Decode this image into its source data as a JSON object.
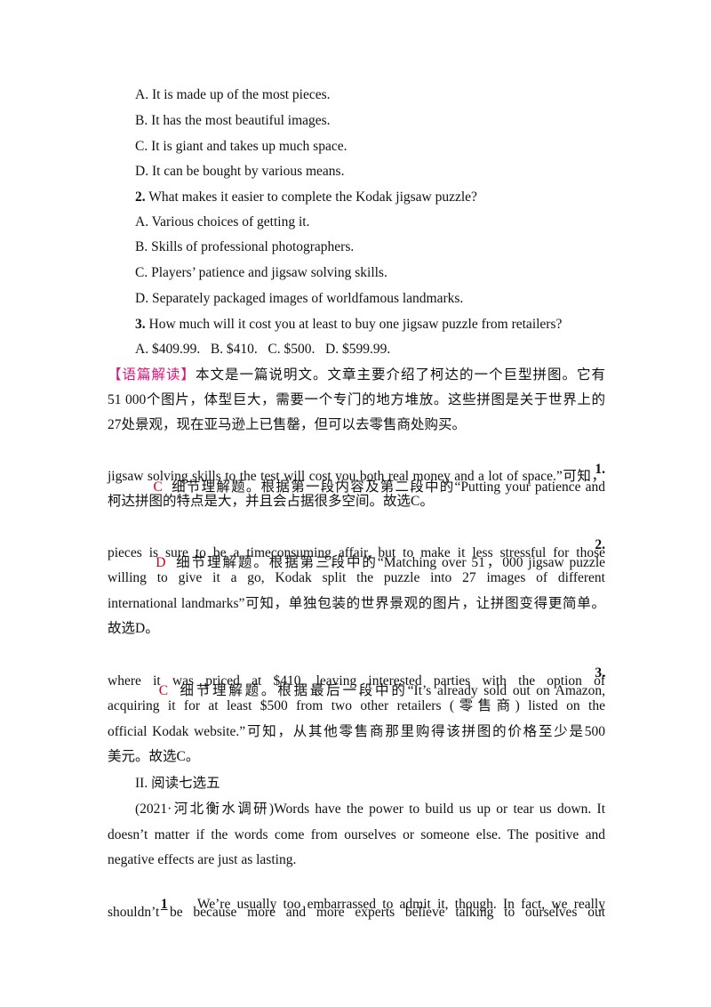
{
  "q1_options": [
    "A. It is made up of the most pieces.",
    "B. It has the most beautiful images.",
    "C. It is giant and takes up much space.",
    "D. It can be bought by various means."
  ],
  "q2": {
    "num": "2.",
    "stem": "What makes it easier to complete the Kodak jigsaw puzzle?",
    "options": [
      "A. Various choices of getting it.",
      "B. Skills of professional photographers.",
      "C. Players’ patience and jigsaw solving skills.",
      "D. Separately packaged images of worldfamous landmarks."
    ]
  },
  "q3": {
    "num": "3.",
    "stem": "How much will it cost you at least to buy one jigsaw puzzle from retailers?",
    "options_line": "A. $409.99.   B. $410.   C. $500.   D. $599.99."
  },
  "analysis": {
    "tag": "【语篇解读】",
    "lines": [
      "本文是一篇说明文。文章主要介绍了柯达的一个巨型拼图。它有",
      "51 000个图片，体型巨大，需要一个专门的地方堆放。这些拼图是关于世界上的",
      "27处景观，现在亚马逊上已售罄，但可以去零售商处购买。"
    ]
  },
  "answers": [
    {
      "num": "1.",
      "key": "C",
      "lines": [
        "  细节理解题。根据第一段内容及第二段中的“Putting your patience and",
        "jigsaw solving skills to the test will cost you both real money and a lot of space.”可知，",
        "柯达拼图的特点是大，并且会占据很多空间。故选C。"
      ]
    },
    {
      "num": "2.",
      "key": "D",
      "lines": [
        "  细节理解题。根据第三段中的“Matching over 51，000 jigsaw puzzle",
        "pieces is sure to be a timeconsuming affair, but to make it less stressful for those",
        "willing to give it a go, Kodak split the puzzle into 27 images of different",
        "international landmarks”可知，单独包装的世界景观的图片，让拼图变得更简单。",
        "故选D。"
      ]
    },
    {
      "num": "3.",
      "key": "C",
      "lines": [
        "  细节理解题。根据最后一段中的“It’s already sold out on Amazon,",
        "where it was priced at $410, leaving interested parties with the option of",
        "acquiring it for at least $500 from two other retailers (零售商) listed on the",
        "official Kodak website.”可知，从其他零售商那里购得该拼图的价格至少是500",
        "美元。故选C。"
      ]
    }
  ],
  "section2": {
    "heading": "II. 阅读七选五",
    "para1": [
      "(2021·河北衡水调研)Words have the power to build us up or tear us down. It",
      "doesn’t matter if the words come from ourselves or someone else. The positive and",
      "negative effects are just as lasting."
    ],
    "blank_num": "1",
    "para2": [
      " We’re usually too embarrassed to admit it, though. In fact, we really",
      "shouldn’t be because more and more experts believe talking to ourselves out"
    ]
  }
}
